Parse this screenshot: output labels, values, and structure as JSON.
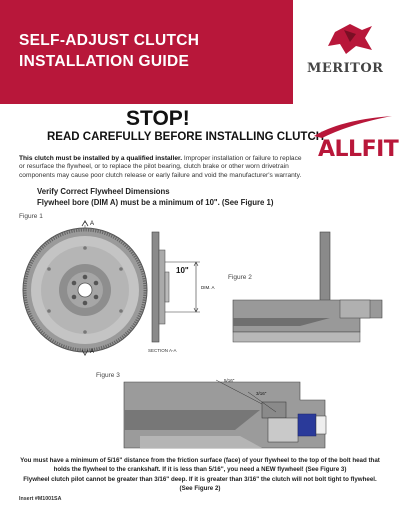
{
  "header": {
    "title_line1": "SELF-ADJUST CLUTCH",
    "title_line2": "INSTALLATION GUIDE",
    "brand": "MERITOR"
  },
  "stop": "STOP!",
  "subhead": "READ CAREFULLY BEFORE INSTALLING CLUTCH",
  "allfit": "ALLFIT",
  "intro": {
    "bold": "This clutch must be installed by a qualified installer.",
    "rest": " Improper installation or failure to replace or resurface the flywheel, or to replace the pilot bearing, clutch brake or other worn drivetrain components may cause poor clutch release or early failure and void the manufacturer's warranty."
  },
  "verify": {
    "line1": "Verify Correct Flywheel Dimensions",
    "line2": "Flywheel bore (DIM A) must be a minimum of 10\". (See Figure 1)"
  },
  "figures": {
    "fig1": "Figure 1",
    "fig2": "Figure 2",
    "fig3": "Figure 3",
    "arrow_a_top": "A",
    "arrow_a_bottom": "A",
    "dim_value": "10\"",
    "dim_label": "DIM. A",
    "section": "SECTION A-A",
    "callout_516": "5/16\"",
    "callout_316": "3/16\""
  },
  "bottom": {
    "para1": "You must have a minimum of 5/16\" distance from the friction surface (face) of your flywheel to the top of the bolt head that holds the flywheel to the crankshaft. If it is less than 5/16\", you need a NEW flywheel! (See Figure 3)",
    "para2": "Flywheel clutch pilot cannot be greater than 3/16\" deep. If it is greater than 3/16\" the clutch will not bolt tight to flywheel. (See Figure 2)"
  },
  "insert": "Insert #M1001SA",
  "colors": {
    "brand": "#b8173a",
    "steel": "#8a8a8a",
    "blue_part": "#2a3a9a"
  }
}
